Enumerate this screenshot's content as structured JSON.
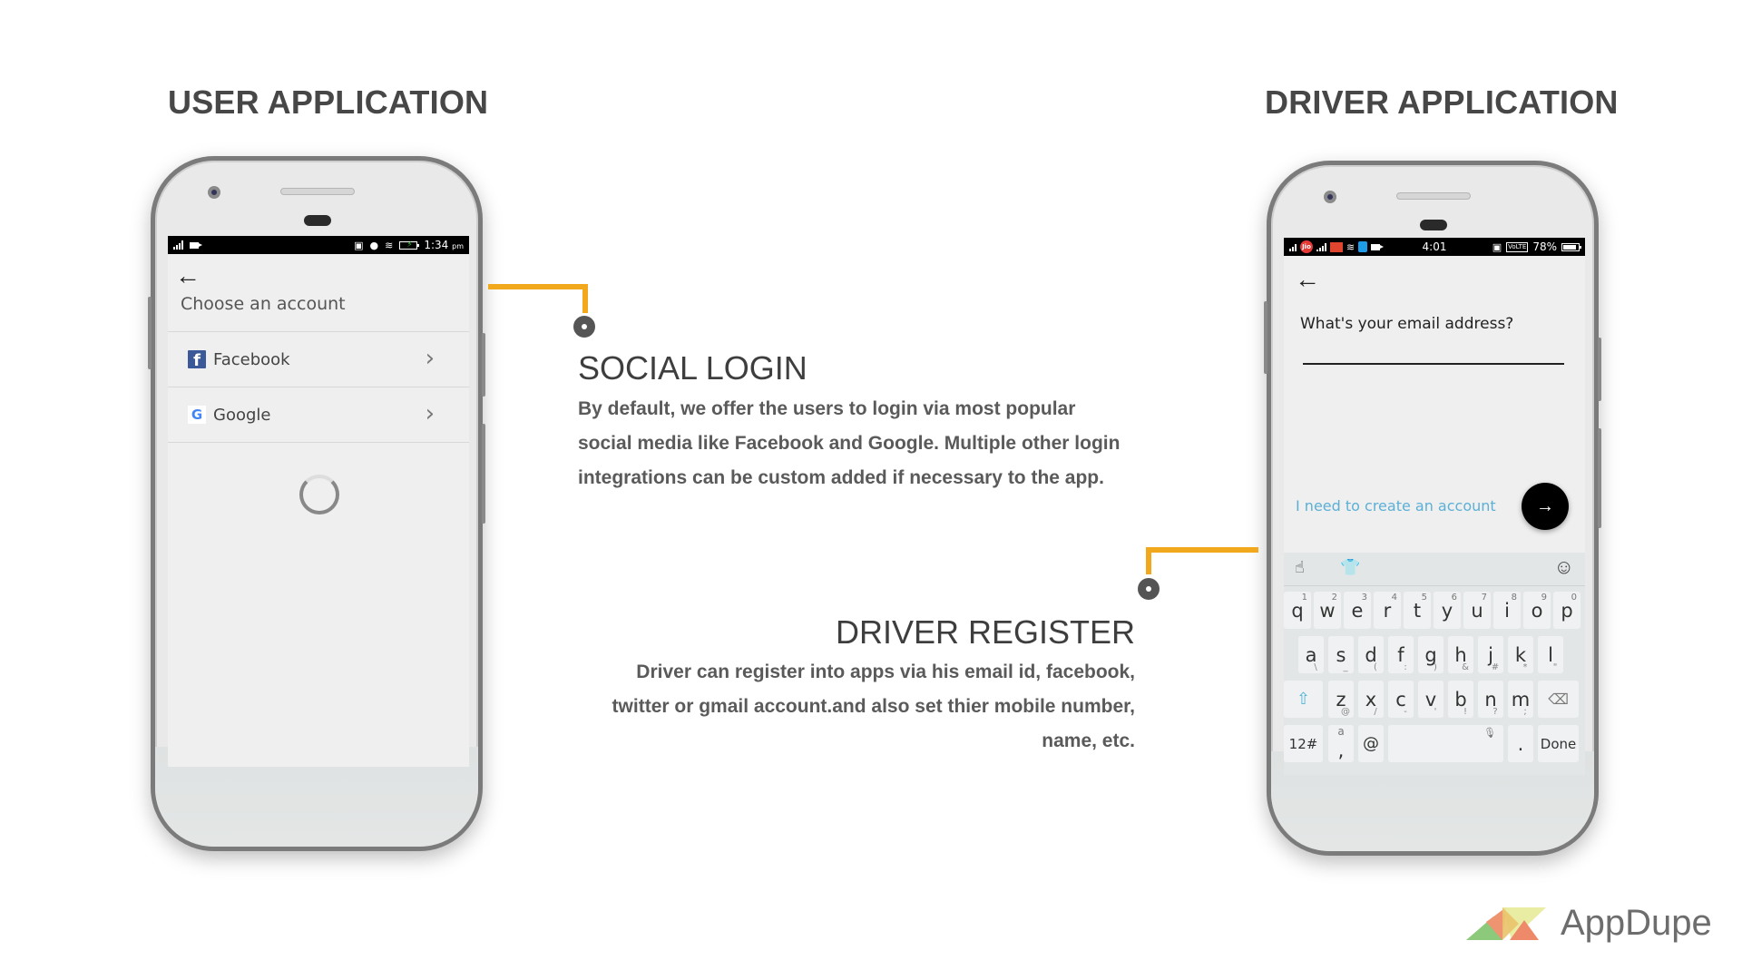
{
  "headings": {
    "user_app": "USER APPLICATION",
    "driver_app": "DRIVER APPLICATION"
  },
  "user_phone": {
    "status_bar": {
      "left_icons": [
        "signal-icon",
        "video-icon"
      ],
      "right_icons": [
        "cast-icon",
        "location-icon",
        "wifi-icon",
        "battery-charging-icon"
      ],
      "time": "1:34",
      "time_suffix": "pm"
    },
    "back_icon": "←",
    "title": "Choose an account",
    "accounts": [
      {
        "label": "Facebook",
        "icon": "facebook-icon",
        "glyph": "f",
        "chevron": "›"
      },
      {
        "label": "Google",
        "icon": "google-icon",
        "glyph": "G",
        "chevron": "›"
      }
    ],
    "loading": true
  },
  "driver_phone": {
    "status_bar": {
      "left_icons": [
        "signal-icon",
        "jio-icon",
        "signal-icon",
        "mail-icon",
        "wifi-icon",
        "app-icon",
        "video-icon"
      ],
      "jio_label": "Jio",
      "time": "4:01",
      "volte_label": "VoLTE",
      "battery": "78%"
    },
    "back_icon": "←",
    "question": "What's your email address?",
    "email_value": "",
    "create_account_link": "I need to create an account",
    "next_icon": "→",
    "keyboard": {
      "toolbar": {
        "left1": "☝",
        "left2": "👕",
        "right": "☺"
      },
      "row1": [
        {
          "k": "q",
          "h": "1"
        },
        {
          "k": "w",
          "h": "2"
        },
        {
          "k": "e",
          "h": "3"
        },
        {
          "k": "r",
          "h": "4"
        },
        {
          "k": "t",
          "h": "5"
        },
        {
          "k": "y",
          "h": "6"
        },
        {
          "k": "u",
          "h": "7"
        },
        {
          "k": "i",
          "h": "8"
        },
        {
          "k": "o",
          "h": "9"
        },
        {
          "k": "p",
          "h": "0"
        }
      ],
      "row2": [
        {
          "k": "a",
          "s": "\\"
        },
        {
          "k": "s",
          "s": "_"
        },
        {
          "k": "d",
          "s": "("
        },
        {
          "k": "f",
          "s": ":"
        },
        {
          "k": "g",
          "s": ")"
        },
        {
          "k": "h",
          "s": "&"
        },
        {
          "k": "j",
          "s": "#"
        },
        {
          "k": "k",
          "s": "*"
        },
        {
          "k": "l",
          "s": "\""
        }
      ],
      "row3": [
        {
          "k": "z",
          "s": "@"
        },
        {
          "k": "x",
          "s": "/"
        },
        {
          "k": "c",
          "s": "-"
        },
        {
          "k": "v",
          "s": "'"
        },
        {
          "k": "b",
          "s": "!"
        },
        {
          "k": "n",
          "s": "?"
        },
        {
          "k": "m",
          "s": ";"
        }
      ],
      "shift": "⇧",
      "backspace": "⌫",
      "numbers_key": "12#",
      "comma_key": ",",
      "comma_hint": "a",
      "at_key": "@",
      "mic_icon": "🎙",
      "period_key": ".",
      "done_key": "Done"
    }
  },
  "features": {
    "social_login": {
      "title": "SOCIAL LOGIN",
      "lines": [
        "By default, we offer the users to login via most popular",
        "social media like Facebook and Google. Multiple other login",
        "integrations can be custom added if necessary to the app."
      ]
    },
    "driver_register": {
      "title": "DRIVER REGISTER",
      "lines": [
        "Driver can register into apps via his email id, facebook,",
        "twitter or gmail account.and also set thier mobile number,",
        "name, etc."
      ]
    }
  },
  "brand": {
    "name": "AppDupe"
  },
  "colors": {
    "accent": "#f2a81d",
    "dot": "#555555",
    "link": "#5bb0d6",
    "facebook": "#3b5998"
  }
}
